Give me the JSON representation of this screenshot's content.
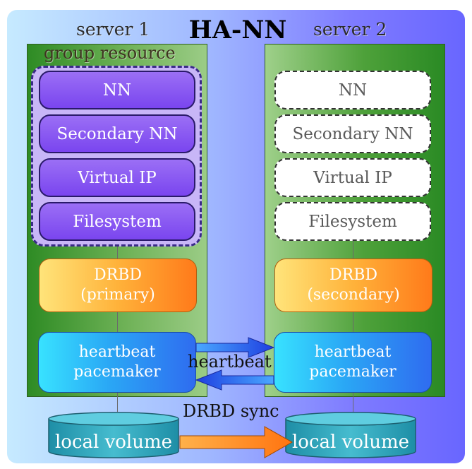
{
  "title": "HA-NN",
  "servers": [
    {
      "label": "server 1"
    },
    {
      "label": "server 2"
    }
  ],
  "group": {
    "label": "group resource"
  },
  "server1_resources": [
    "NN",
    "Secondary NN",
    "Virtual IP",
    "Filesystem"
  ],
  "server2_resources": [
    "NN",
    "Secondary NN",
    "Virtual IP",
    "Filesystem"
  ],
  "drbd": [
    {
      "line1": "DRBD",
      "line2": "(primary)"
    },
    {
      "line1": "DRBD",
      "line2": "(secondary)"
    }
  ],
  "heartbeat_box": [
    {
      "line1": "heartbeat",
      "line2": "pacemaker"
    },
    {
      "line1": "heartbeat",
      "line2": "pacemaker"
    }
  ],
  "links": {
    "heartbeat": "heartbeat",
    "sync": "DRBD sync"
  },
  "volumes": [
    "local volume",
    "local volume"
  ],
  "colors": {
    "active": "#7a45ef",
    "drbd": "#ff9a2a",
    "heartbeat": "#2aa7f5",
    "server": "#3f9a2e",
    "volume": "#3fb0c4",
    "sync_arrow": "#ff8a22"
  }
}
